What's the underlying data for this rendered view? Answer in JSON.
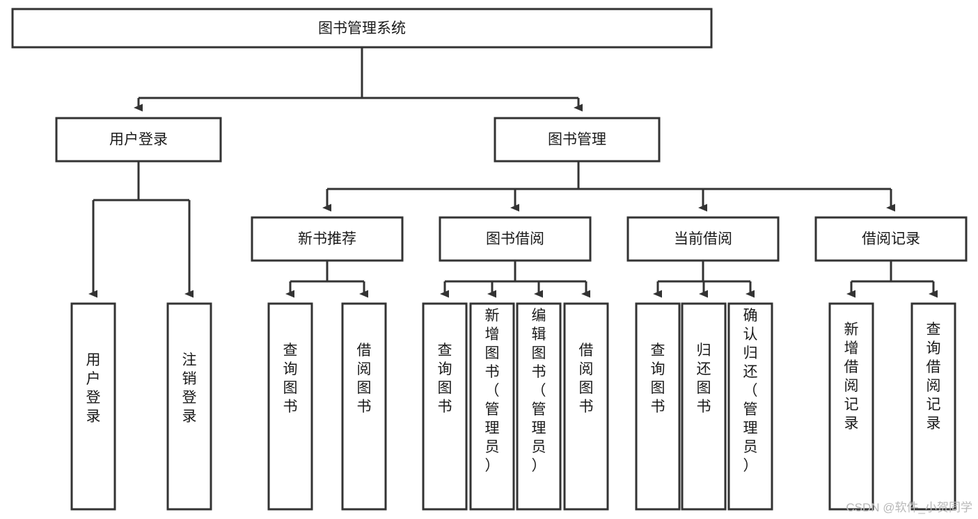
{
  "diagram": {
    "title": "图书管理系统",
    "type": "tree-hierarchy-flowchart",
    "colors": {
      "box_fill": "#ffffff",
      "box_stroke": "#333333",
      "text": "#1a1a1a",
      "background": "#ffffff",
      "watermark": "#b8b8b8"
    },
    "root": {
      "label": "图书管理系统"
    },
    "level2": [
      {
        "label": "用户登录"
      },
      {
        "label": "图书管理"
      }
    ],
    "level3": [
      {
        "label": "新书推荐"
      },
      {
        "label": "图书借阅"
      },
      {
        "label": "当前借阅"
      },
      {
        "label": "借阅记录"
      }
    ],
    "leaves": {
      "user_login": [
        {
          "label": "用户登录"
        },
        {
          "label": "注销登录"
        }
      ],
      "new_book_recommend": [
        {
          "label": "查询图书"
        },
        {
          "label": "借阅图书"
        }
      ],
      "book_borrow": [
        {
          "label": "查询图书"
        },
        {
          "label": "新增图书（管理员）"
        },
        {
          "label": "编辑图书（管理员）"
        },
        {
          "label": "借阅图书"
        }
      ],
      "current_borrow": [
        {
          "label": "查询图书"
        },
        {
          "label": "归还图书"
        },
        {
          "label": "确认归还（管理员）"
        }
      ],
      "borrow_record": [
        {
          "label": "新增借阅记录"
        },
        {
          "label": "查询借阅记录"
        }
      ]
    }
  },
  "watermark": {
    "text": "CSDN @软件_小贺同学"
  }
}
